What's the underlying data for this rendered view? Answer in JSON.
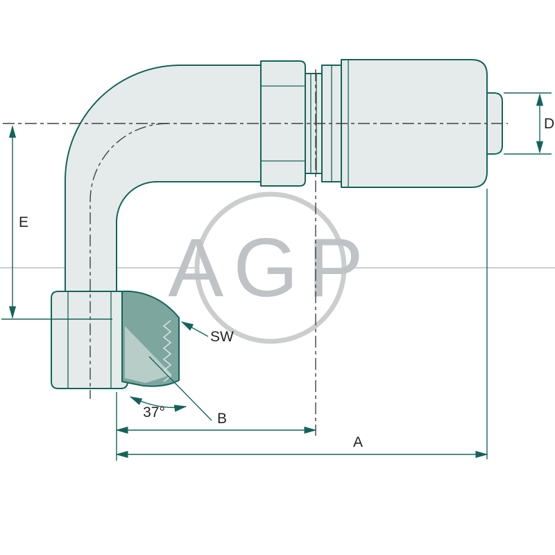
{
  "meta": {
    "title": "90-degree elbow hydraulic hose fitting dimensional drawing",
    "background": "#ffffff"
  },
  "watermark": {
    "text": "AGP",
    "text_color": "#bfc3c5",
    "line_color": "#cbcdcf",
    "circle_color": "#cbcdcf"
  },
  "drawing": {
    "outline_color": "#14635a",
    "body_fill": "#e5ebea",
    "cone_fill": "#7ca69e",
    "centerline_color": "#404040",
    "label_color": "#232323"
  },
  "labels": {
    "dim_d": "D",
    "dim_e": "E",
    "wrench": "SW",
    "angle": "37°",
    "dim_b": "B",
    "dim_a": "A"
  }
}
